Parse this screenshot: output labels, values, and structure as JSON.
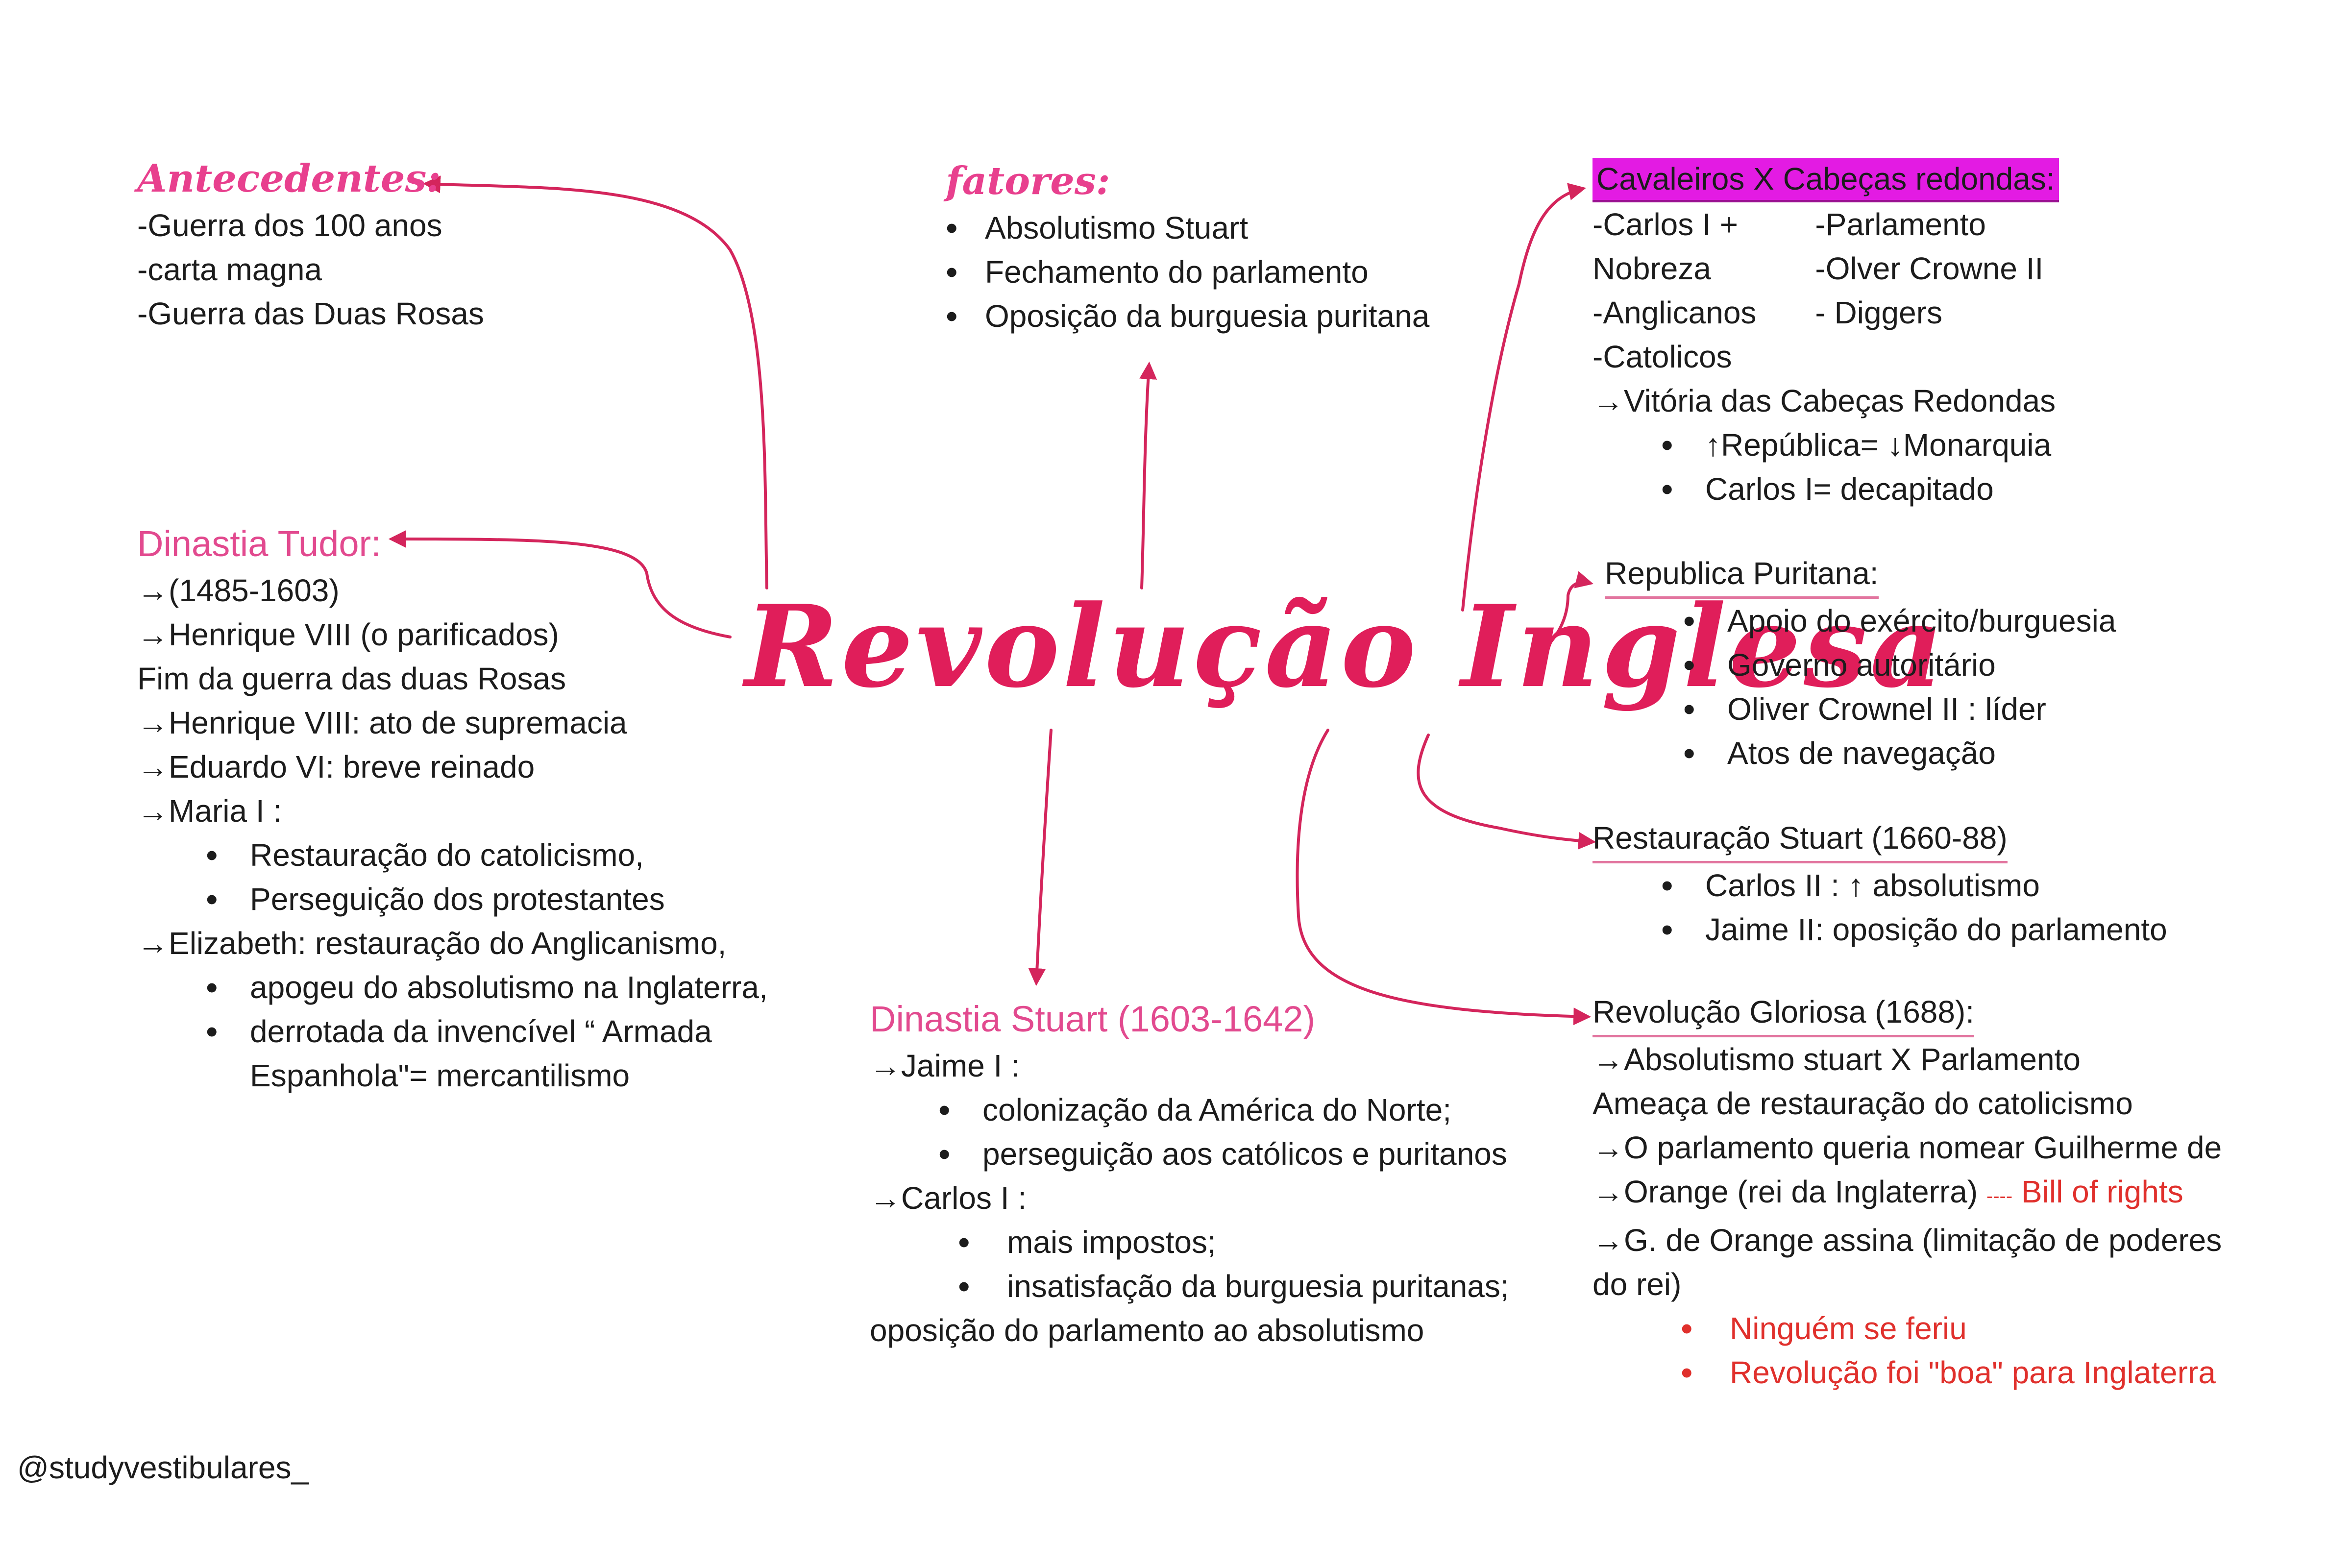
{
  "central_title": "Revolução Inglesa",
  "credit": "@studyvestibulares_",
  "colors": {
    "accent_pink": "#e8408e",
    "title_red": "#e01e5a",
    "arrow": "#d4255c",
    "highlight_magenta": "#e31be3",
    "note_red": "#e0302c"
  },
  "antecedentes": {
    "title": "Antecedentes:",
    "lines": [
      "-Guerra dos 100 anos",
      "-carta magna",
      "-Guerra das Duas Rosas"
    ]
  },
  "fatores": {
    "title": "fatores:",
    "items": [
      "Absolutismo Stuart",
      "Fechamento do parlamento",
      "Oposição da burguesia puritana"
    ]
  },
  "cavaleiros": {
    "title": "Cavaleiros X Cabeças redondas:",
    "left_col": [
      "-Carlos I +",
      "Nobreza",
      "-Anglicanos",
      "-Catolicos"
    ],
    "right_col": [
      "-Parlamento",
      "-Olver Crowne II",
      "- Diggers"
    ],
    "result": "→Vitória das Cabeças Redondas",
    "items": [
      "↑República= ↓Monarquia",
      "Carlos I= decapitado"
    ]
  },
  "tudor": {
    "title": "Dinastia Tudor:",
    "lines_a": [
      "→(1485-1603)",
      "→Henrique VIII (o parificados)",
      "Fim da guerra das duas Rosas",
      "→Henrique VIII: ato de supremacia",
      "→Eduardo VI: breve reinado",
      "→Maria I :"
    ],
    "maria_items": [
      "Restauração do catolicismo,",
      "Perseguição dos protestantes"
    ],
    "elizabeth": "→Elizabeth: restauração do Anglicanismo,",
    "elizabeth_items": [
      "apogeu do absolutismo na Inglaterra,",
      "derrotada da invencível “ Armada"
    ],
    "elizabeth_cont": "Espanhola\"= mercantilismo"
  },
  "republica": {
    "title": "Republica Puritana:",
    "items": [
      "Apoio do exército/burguesia",
      "Governo autoritário",
      "Oliver Crownel II : líder",
      "Atos de navegação"
    ]
  },
  "restauracao": {
    "title": "Restauração Stuart (1660-88)",
    "items": [
      "Carlos II : ↑ absolutismo",
      "Jaime II: oposição do parlamento"
    ]
  },
  "stuart": {
    "title": "Dinastia Stuart  (1603-1642)",
    "jaime": "→Jaime I :",
    "jaime_items": [
      "colonização da América do Norte;",
      "perseguição aos católicos e puritanos"
    ],
    "carlos": "→Carlos I :",
    "carlos_items": [
      "mais impostos;",
      "insatisfação da burguesia puritanas;"
    ],
    "closing": "oposição do parlamento ao absolutismo"
  },
  "gloriosa": {
    "title": "Revolução Gloriosa (1688):",
    "lines": [
      "→Absolutismo stuart X Parlamento",
      "Ameaça de restauração do catolicismo",
      "→O parlamento queria nomear Guilherme de"
    ],
    "orange_line": "→Orange (rei da Inglaterra)",
    "orange_dash": "----",
    "bill": "Bill of rights",
    "lines_b": [
      "→G. de Orange assina (limitação de poderes",
      "do rei)"
    ],
    "red_items": [
      "Ninguém se feriu",
      "Revolução foi \"boa\" para Inglaterra"
    ]
  }
}
